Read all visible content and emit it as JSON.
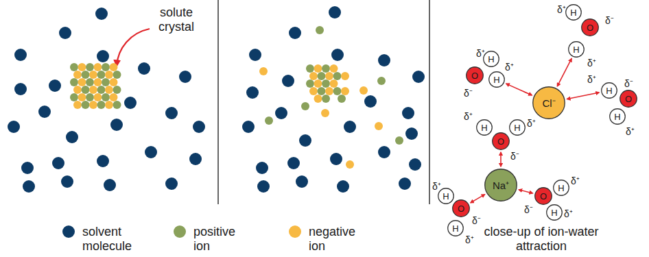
{
  "diagram": {
    "nodes": [
      {
        "text": [
          "Cl⁻"
        ]
      },
      {
        "text": [
          "O"
        ]
      },
      {
        "text": [
          "H"
        ]
      },
      {
        "text": [
          "H"
        ]
      },
      {
        "text": [
          "O"
        ]
      },
      {
        "text": [
          "H"
        ]
      },
      {
        "text": [
          "H"
        ]
      },
      {
        "text": [
          "O"
        ]
      },
      {
        "text": [
          "H"
        ]
      },
      {
        "text": [
          "H"
        ]
      },
      {
        "text": [
          "Na⁺"
        ]
      },
      {
        "text": [
          "O"
        ]
      },
      {
        "text": [
          "H"
        ]
      },
      {
        "text": [
          "H"
        ]
      },
      {
        "text": [
          "O"
        ]
      },
      {
        "text": [
          "H"
        ]
      },
      {
        "text": [
          "H"
        ]
      },
      {
        "text": [
          "O"
        ]
      },
      {
        "text": [
          "H"
        ]
      },
      {
        "text": [
          "H"
        ]
      }
    ],
    "edges": [
      {
        "from": 3,
        "to": 0,
        "arrow": "both"
      },
      {
        "from": 6,
        "to": 0,
        "arrow": "both"
      },
      {
        "from": 8,
        "to": 0,
        "arrow": "both"
      },
      {
        "from": 11,
        "to": 10,
        "arrow": "both"
      },
      {
        "from": 14,
        "to": 10,
        "arrow": "both"
      },
      {
        "from": 17,
        "to": 10,
        "arrow": "both"
      }
    ],
    "labels": [
      "solute crystal",
      "δ⁻",
      "δ⁺",
      "δ⁺",
      "δ⁺",
      "δ⁻",
      "δ⁺",
      "δ⁺",
      "δ⁻",
      "δ⁺",
      "δ⁺",
      "δ⁺",
      "δ⁻",
      "δ⁺",
      "δ⁻",
      "δ⁺",
      "δ⁻",
      "δ⁺",
      "δ⁺",
      "close-up of ion-water attraction"
    ],
    "legend": [
      {
        "text": "solvent molecule",
        "color": "#0d3b66"
      },
      {
        "text": "positive ion",
        "color": "#8aa15b"
      },
      {
        "text": "negative ion",
        "color": "#f7b943"
      }
    ]
  }
}
